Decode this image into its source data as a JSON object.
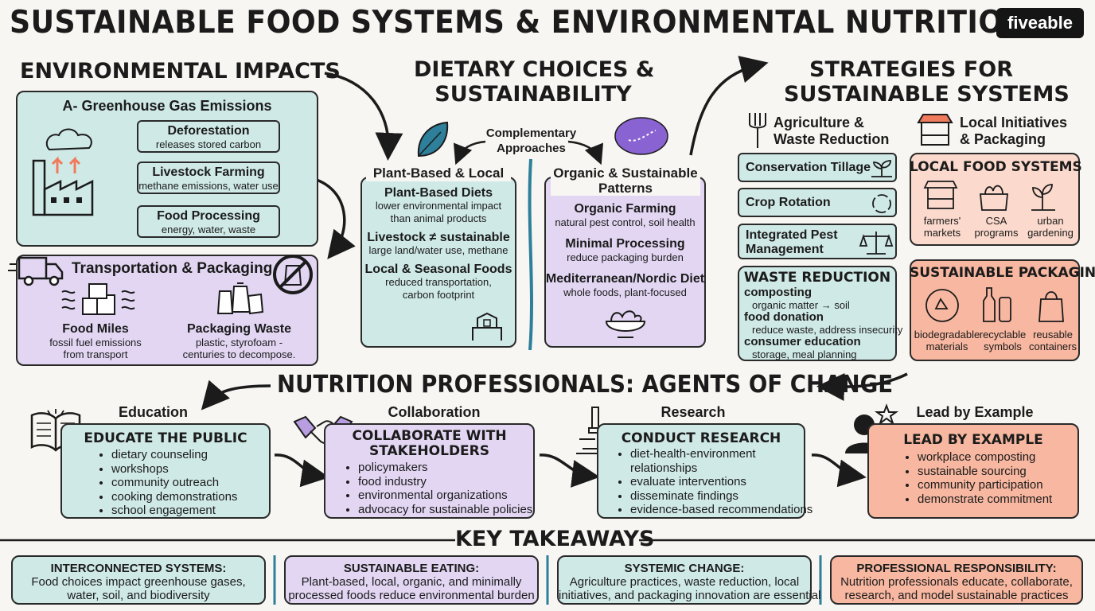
{
  "title": "SUSTAINABLE FOOD SYSTEMS & ENVIRONMENTAL NUTRITION",
  "brand": "fiveable",
  "environmental_impacts": {
    "heading": "ENVIRONMENTAL IMPACTS",
    "ghg": {
      "title": "A- Greenhouse Gas Emissions",
      "items": [
        {
          "name": "Deforestation",
          "desc": "releases stored carbon"
        },
        {
          "name": "Livestock Farming",
          "desc": "methane emissions, water use"
        },
        {
          "name": "Food Processing",
          "desc": "energy, water, waste"
        }
      ]
    },
    "transport": {
      "title": "Transportation & Packaging",
      "food_miles": {
        "name": "Food Miles",
        "desc1": "fossil fuel emissions",
        "desc2": "from transport"
      },
      "packaging_waste": {
        "name": "Packaging Waste",
        "desc1": "plastic, styrofoam -",
        "desc2": "centuries to decompose."
      }
    }
  },
  "dietary": {
    "heading1": "DIETARY CHOICES &",
    "heading2": "SUSTAINABILITY",
    "complementary1": "Complementary",
    "complementary2": "Approaches",
    "plant": {
      "title": "Plant-Based & Local",
      "items": [
        {
          "name": "Plant-Based Diets",
          "d1": "lower environmental impact",
          "d2": "than animal products"
        },
        {
          "name": "Livestock ≠ sustainable",
          "d1": "large land/water use, methane",
          "d2": ""
        },
        {
          "name": "Local & Seasonal Foods",
          "d1": "reduced transportation,",
          "d2": "carbon footprint"
        }
      ]
    },
    "organic": {
      "title1": "Organic & Sustainable",
      "title2": "Patterns",
      "items": [
        {
          "name": "Organic Farming",
          "d1": "natural pest control, soil health"
        },
        {
          "name": "Minimal Processing",
          "d1": "reduce packaging burden"
        },
        {
          "name": "Mediterranean/Nordic Diet",
          "d1": "whole foods, plant-focused"
        }
      ]
    }
  },
  "strategies": {
    "heading1": "STRATEGIES FOR",
    "heading2": "SUSTAINABLE SYSTEMS",
    "agri": {
      "title1": "Agriculture &",
      "title2": "Waste Reduction",
      "items": [
        "Conservation Tillage",
        "Crop Rotation"
      ],
      "ipm1": "Integrated Pest",
      "ipm2": "Management"
    },
    "waste": {
      "title": "WASTE REDUCTION",
      "items": [
        {
          "name": "composting",
          "desc": "organic matter → soil"
        },
        {
          "name": "food donation",
          "desc": "reduce waste, address insecurity"
        },
        {
          "name": "consumer education",
          "desc": "storage, meal planning"
        }
      ]
    },
    "local": {
      "title1": "Local Initiatives",
      "title2": "& Packaging",
      "box_title": "LOCAL FOOD SYSTEMS",
      "items": [
        {
          "l1": "farmers'",
          "l2": "markets"
        },
        {
          "l1": "CSA",
          "l2": "programs"
        },
        {
          "l1": "urban",
          "l2": "gardening"
        }
      ]
    },
    "packaging": {
      "title": "SUSTAINABLE PACKAGING",
      "items": [
        {
          "l1": "biodegradable",
          "l2": "materials"
        },
        {
          "l1": "recyclable",
          "l2": "symbols"
        },
        {
          "l1": "reusable",
          "l2": "containers"
        }
      ]
    }
  },
  "professionals": {
    "heading": "NUTRITION PROFESSIONALS: AGENTS OF CHANGE",
    "cards": [
      {
        "label": "Education",
        "title1": "EDUCATE THE PUBLIC",
        "title2": "",
        "bullets": [
          "dietary counseling",
          "workshops",
          "community outreach",
          "cooking demonstrations",
          "school engagement"
        ]
      },
      {
        "label": "Collaboration",
        "title1": "COLLABORATE WITH",
        "title2": "STAKEHOLDERS",
        "bullets": [
          "policymakers",
          "food industry",
          "environmental organizations",
          "advocacy for sustainable policies"
        ]
      },
      {
        "label": "Research",
        "title1": "CONDUCT RESEARCH",
        "title2": "",
        "bullets": [
          "diet-health-environment relationships",
          "evaluate interventions",
          "disseminate findings",
          "evidence-based recommendations"
        ]
      },
      {
        "label": "Lead by Example",
        "title1": "LEAD BY EXAMPLE",
        "title2": "",
        "bullets": [
          "workplace composting",
          "sustainable sourcing",
          "community participation",
          "demonstrate commitment"
        ]
      }
    ]
  },
  "takeaways": {
    "heading": "KEY TAKEAWAYS",
    "items": [
      {
        "title": "INTERCONNECTED SYSTEMS:",
        "l1": "Food choices impact greenhouse gases,",
        "l2": "water, soil, and biodiversity"
      },
      {
        "title": "SUSTAINABLE EATING:",
        "l1": "Plant-based, local, organic, and minimally",
        "l2": "processed foods reduce environmental burden"
      },
      {
        "title": "SYSTEMIC CHANGE:",
        "l1": "Agriculture practices, waste reduction, local",
        "l2": "initiatives, and packaging innovation are essential"
      },
      {
        "title": "PROFESSIONAL RESPONSIBILITY:",
        "l1": "Nutrition professionals educate, collaborate,",
        "l2": "research, and model sustainable practices"
      }
    ]
  },
  "colors": {
    "teal": "#cfe9e6",
    "lavender": "#e2d6f3",
    "salmon": "#f7b7a0",
    "peach": "#fbd9cc",
    "accent": "#2d7f9a"
  }
}
